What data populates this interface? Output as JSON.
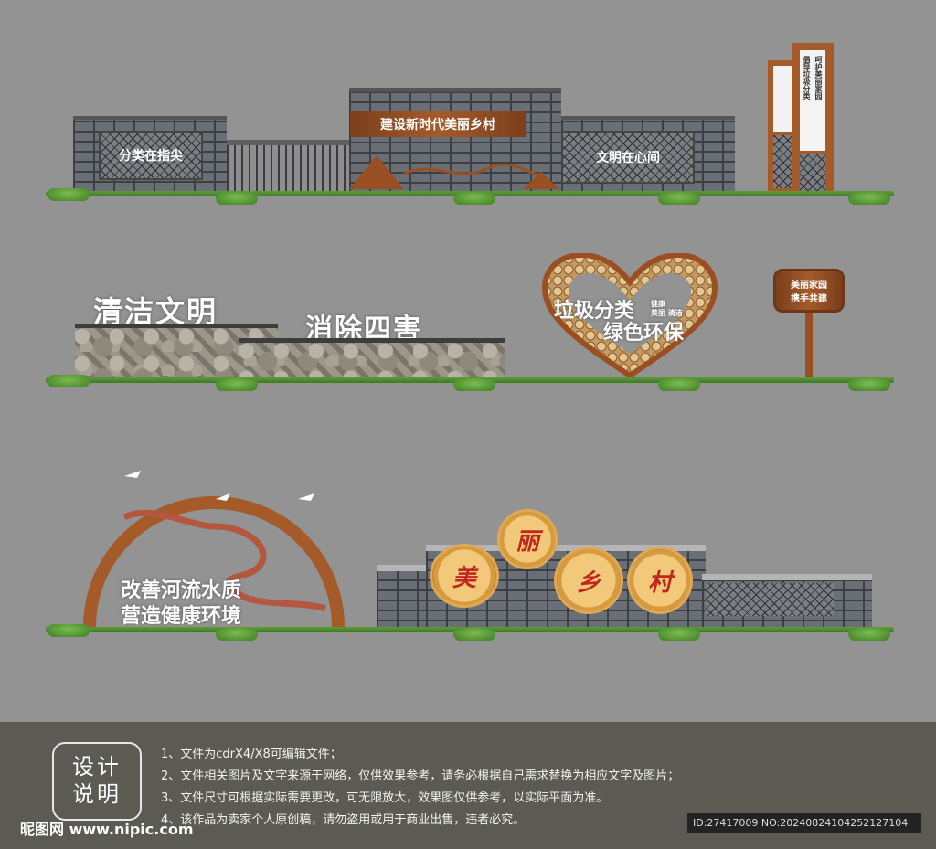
{
  "row1": {
    "banner": "建设新时代美丽乡村",
    "left_panel": "分类在指尖",
    "right_panel": "文明在心间",
    "pillar_left": "倡导垃圾分类",
    "pillar_right": "呵护美丽家园"
  },
  "row2": {
    "wall_text_1": "清洁文明",
    "wall_text_2": "消除四害",
    "heart_main_1": "垃圾分类",
    "heart_main_2": "绿色环保",
    "heart_small_1": "健康",
    "heart_small_2": "美丽 清洁",
    "signpost_line_1": "美丽家园",
    "signpost_line_2": "携手共建"
  },
  "row3": {
    "arc_line_1": "改善河流水质",
    "arc_line_2": "营造健康环境",
    "roundels": [
      "美",
      "丽",
      "乡",
      "村"
    ]
  },
  "footer": {
    "box_title_1": "设计",
    "box_title_2": "说明",
    "notes": [
      "1、文件为cdrX4/X8可编辑文件；",
      "2、文件相关图片及文字来源于网络，仅供效果参考，请务必根据自己需求替换为相应文字及图片；",
      "3、文件尺寸可根据实际需要更改，可无限放大，效果图仅供参考，以实际平面为准。",
      "4、该作品为卖家个人原创稿，请勿盗用或用于商业出售，违者必究。"
    ],
    "watermark": "昵图网 www.nipic.com",
    "id_text": "ID:27417009 NO:20240824104252127104"
  },
  "colors": {
    "background": "#939393",
    "wood": "#a55a2a",
    "footer": "#5b5b53"
  }
}
